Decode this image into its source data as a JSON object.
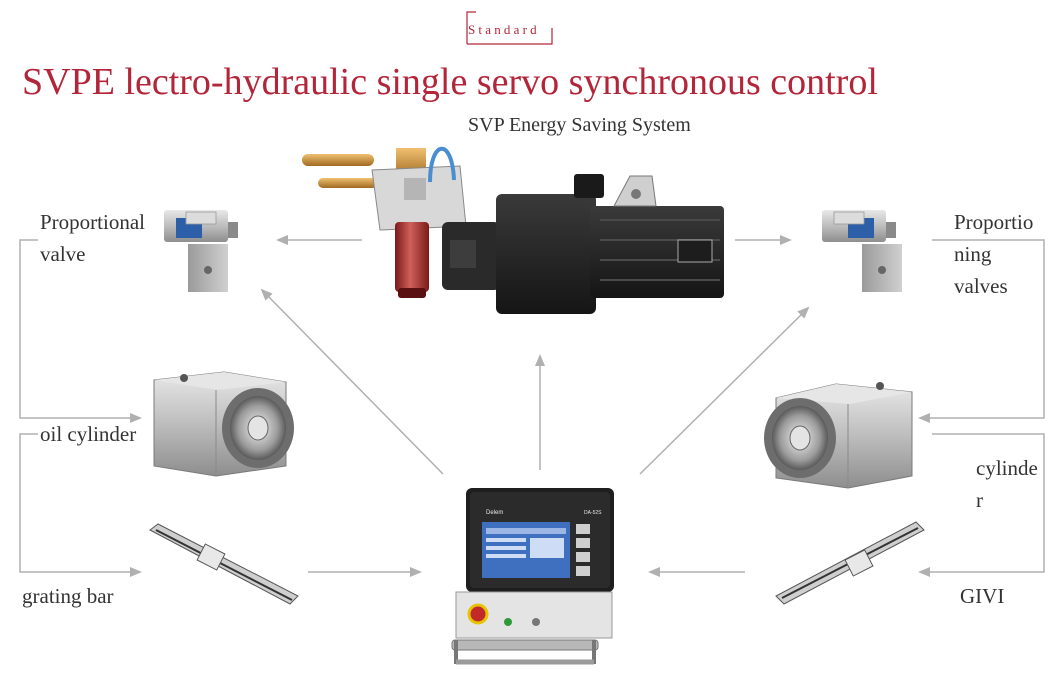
{
  "header": {
    "badge": "Standard",
    "title": "SVPE lectro-hydraulic single servo synchronous control",
    "subtitle": "SVP Energy Saving System"
  },
  "labels": {
    "left_valve_line1": "Proportional",
    "left_valve_line2": "valve",
    "left_cylinder": "oil cylinder",
    "left_grating": "grating bar",
    "right_valve_line1": "Proportio",
    "right_valve_line2": "ning",
    "right_valve_line3": "valves",
    "right_cylinder_line1": "cylinde",
    "right_cylinder_line2": "r",
    "right_grating": "GIVI"
  },
  "controller": {
    "brand": "Delem",
    "model": "DA-52S"
  },
  "colors": {
    "accent": "#b3263a",
    "arrow": "#b0b0b0",
    "text": "#333333"
  }
}
